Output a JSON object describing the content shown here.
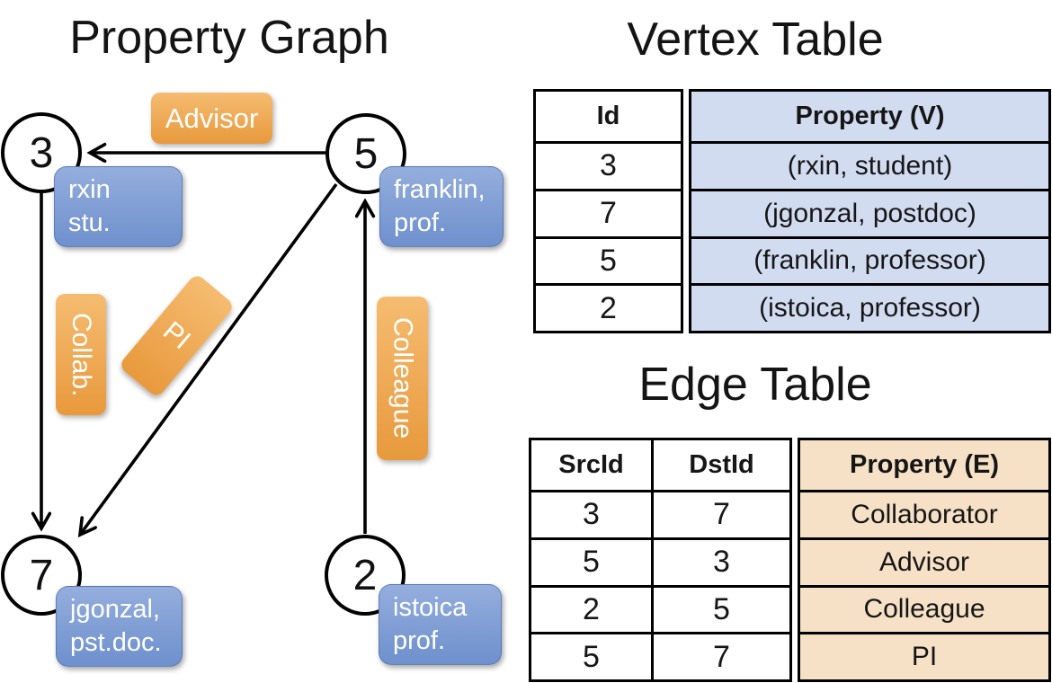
{
  "graph": {
    "title": "Property Graph",
    "nodes": [
      {
        "id": "3",
        "property_lines": [
          "rxin",
          "stu."
        ]
      },
      {
        "id": "5",
        "property_lines": [
          "franklin,",
          "prof."
        ]
      },
      {
        "id": "7",
        "property_lines": [
          "jgonzal,",
          "pst.doc."
        ]
      },
      {
        "id": "2",
        "property_lines": [
          "istoica",
          "prof."
        ]
      }
    ],
    "edge_labels": {
      "advisor": "Advisor",
      "collab": "Collab.",
      "pi": "PI",
      "colleague": "Colleague"
    },
    "edges": [
      {
        "from": "5",
        "to": "3",
        "label": "Advisor"
      },
      {
        "from": "3",
        "to": "7",
        "label": "Collab."
      },
      {
        "from": "5",
        "to": "7",
        "label": "PI"
      },
      {
        "from": "2",
        "to": "5",
        "label": "Colleague"
      }
    ]
  },
  "vertex_table": {
    "title": "Vertex Table",
    "columns": [
      "Id",
      "Property (V)"
    ],
    "rows": [
      [
        "3",
        "(rxin, student)"
      ],
      [
        "7",
        "(jgonzal, postdoc)"
      ],
      [
        "5",
        "(franklin, professor)"
      ],
      [
        "2",
        "(istoica, professor)"
      ]
    ]
  },
  "edge_table": {
    "title": "Edge Table",
    "columns": [
      "SrcId",
      "DstId",
      "Property (E)"
    ],
    "rows": [
      [
        "3",
        "7",
        "Collaborator"
      ],
      [
        "5",
        "3",
        "Advisor"
      ],
      [
        "2",
        "5",
        "Colleague"
      ],
      [
        "5",
        "7",
        "PI"
      ]
    ]
  },
  "colors": {
    "edge_label_top": "#f5bc71",
    "edge_label_bottom": "#e8993c",
    "vertex_label_top": "#94aedd",
    "vertex_label_bottom": "#6e90cd",
    "vertex_fill": "#d2dcf1",
    "edge_fill": "#f6e1c6",
    "line": "#000000"
  }
}
